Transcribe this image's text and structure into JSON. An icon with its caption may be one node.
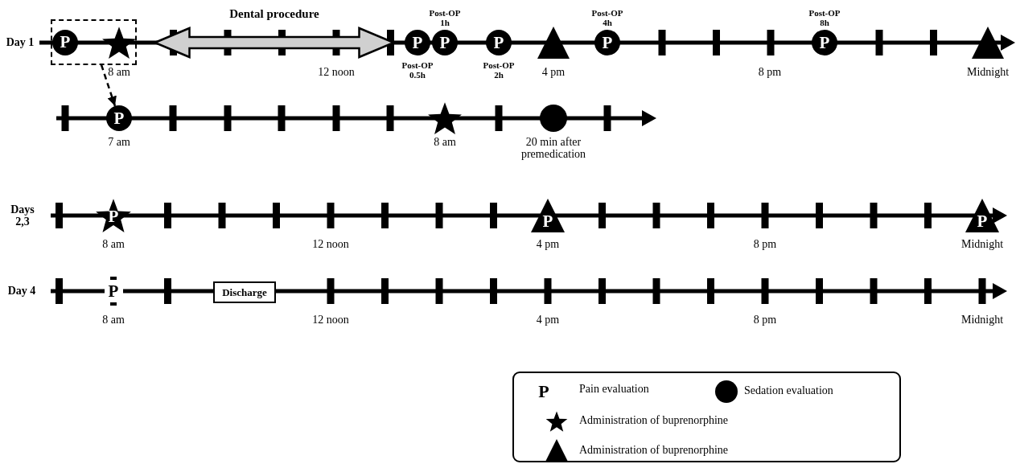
{
  "diagram": {
    "nodes": [
      {
        "text": [],
        "shape": "box"
      },
      {
        "text": [
          "P"
        ],
        "in": 0
      },
      {
        "text": [],
        "shape": "star",
        "in": 0
      },
      {
        "text": [
          "Dental procedure"
        ]
      },
      {
        "text": [
          "P"
        ],
        "beside": [
          "Post-OP 0.5h"
        ]
      },
      {
        "text": [
          "P"
        ],
        "beside": [
          "Post-OP 1h"
        ]
      },
      {
        "text": [
          "P"
        ],
        "beside": [
          "Post-OP 2h"
        ]
      },
      {
        "text": [],
        "shape": "triangle"
      },
      {
        "text": [
          "P"
        ],
        "beside": [
          "Post-OP 4h"
        ]
      },
      {
        "text": [
          "P"
        ],
        "beside": [
          "Post-OP 8h"
        ]
      },
      {
        "text": [],
        "shape": "triangle"
      },
      {
        "text": [
          "P"
        ]
      },
      {
        "text": [],
        "shape": "star"
      },
      {
        "text": [],
        "shape": "circle"
      },
      {
        "text": [
          "P"
        ]
      },
      {
        "text": [
          "P"
        ]
      },
      {
        "text": [
          "P"
        ]
      },
      {
        "text": [
          "P"
        ]
      },
      {
        "text": [
          "Discharge"
        ]
      }
    ],
    "edges": [
      {
        "from": 0,
        "to": 11,
        "arrow": "to",
        "style": "dashed"
      }
    ],
    "labels": [
      "Day 1",
      "8 am",
      "12 noon",
      "4 pm",
      "8 pm",
      "Midnight",
      "7 am",
      "8 am",
      "20 min after premedication",
      "Days 2,3",
      "8 am",
      "12 noon",
      "4 pm",
      "8 pm",
      "Midnight",
      "Day 4",
      "8 am",
      "12 noon",
      "4 pm",
      "8 pm",
      "Midnight",
      "P"
    ],
    "legend": [
      {
        "text": "Pain evaluation"
      },
      {
        "text": "Sedation evaluation"
      },
      {
        "text": "Administration of buprenorphine"
      },
      {
        "text": "Administration of buprenorphine"
      }
    ]
  }
}
